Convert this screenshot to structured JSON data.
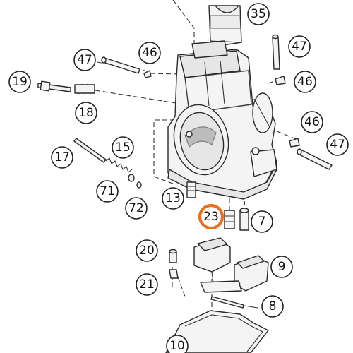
{
  "diagram": {
    "highlight_color": "#e8701e",
    "highlighted": "23",
    "callouts": [
      {
        "id": "c35",
        "label": "35"
      },
      {
        "id": "c47a",
        "label": "47"
      },
      {
        "id": "c46a",
        "label": "46"
      },
      {
        "id": "c47b",
        "label": "47"
      },
      {
        "id": "c19",
        "label": "19"
      },
      {
        "id": "c46b",
        "label": "46"
      },
      {
        "id": "c18",
        "label": "18"
      },
      {
        "id": "c46c",
        "label": "46"
      },
      {
        "id": "c17",
        "label": "17"
      },
      {
        "id": "c15",
        "label": "15"
      },
      {
        "id": "c47c",
        "label": "47"
      },
      {
        "id": "c71",
        "label": "71"
      },
      {
        "id": "c13",
        "label": "13"
      },
      {
        "id": "c72",
        "label": "72"
      },
      {
        "id": "c23",
        "label": "23"
      },
      {
        "id": "c7",
        "label": "7"
      },
      {
        "id": "c20",
        "label": "20"
      },
      {
        "id": "c9",
        "label": "9"
      },
      {
        "id": "c21",
        "label": "21"
      },
      {
        "id": "c8",
        "label": "8"
      },
      {
        "id": "c10",
        "label": "10"
      }
    ]
  }
}
